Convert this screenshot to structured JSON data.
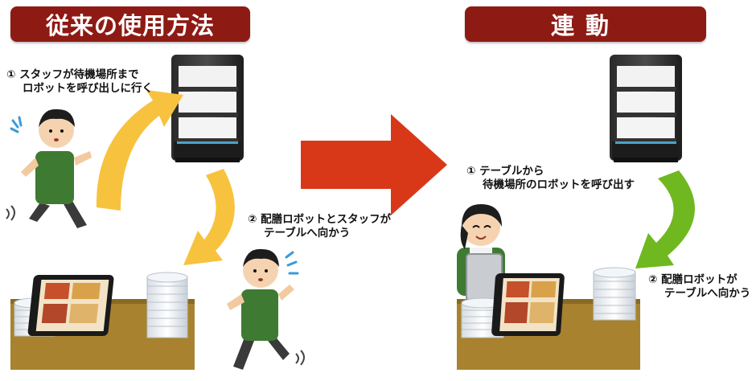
{
  "left_panel": {
    "title": "従来の使用方法",
    "step1": {
      "marker": "①",
      "line1": "スタッフが待機場所まで",
      "line2": "ロボットを呼び出しに行く"
    },
    "step2": {
      "marker": "②",
      "line1": "配膳ロボットとスタッフが",
      "line2": "テーブルへ向かう"
    }
  },
  "right_panel": {
    "title": "連動",
    "step1": {
      "marker": "①",
      "line1": "テーブルから",
      "line2": "待機場所のロボットを呼び出す"
    },
    "step2": {
      "marker": "②",
      "line1": "配膳ロボットが",
      "line2": "テーブルへ向かう"
    }
  },
  "colors": {
    "banner": "#8e1a14",
    "yellow_arrow": "#f7c23e",
    "red_arrow": "#d93818",
    "green_arrow": "#6fb820",
    "table_wood": "#a8822f"
  }
}
